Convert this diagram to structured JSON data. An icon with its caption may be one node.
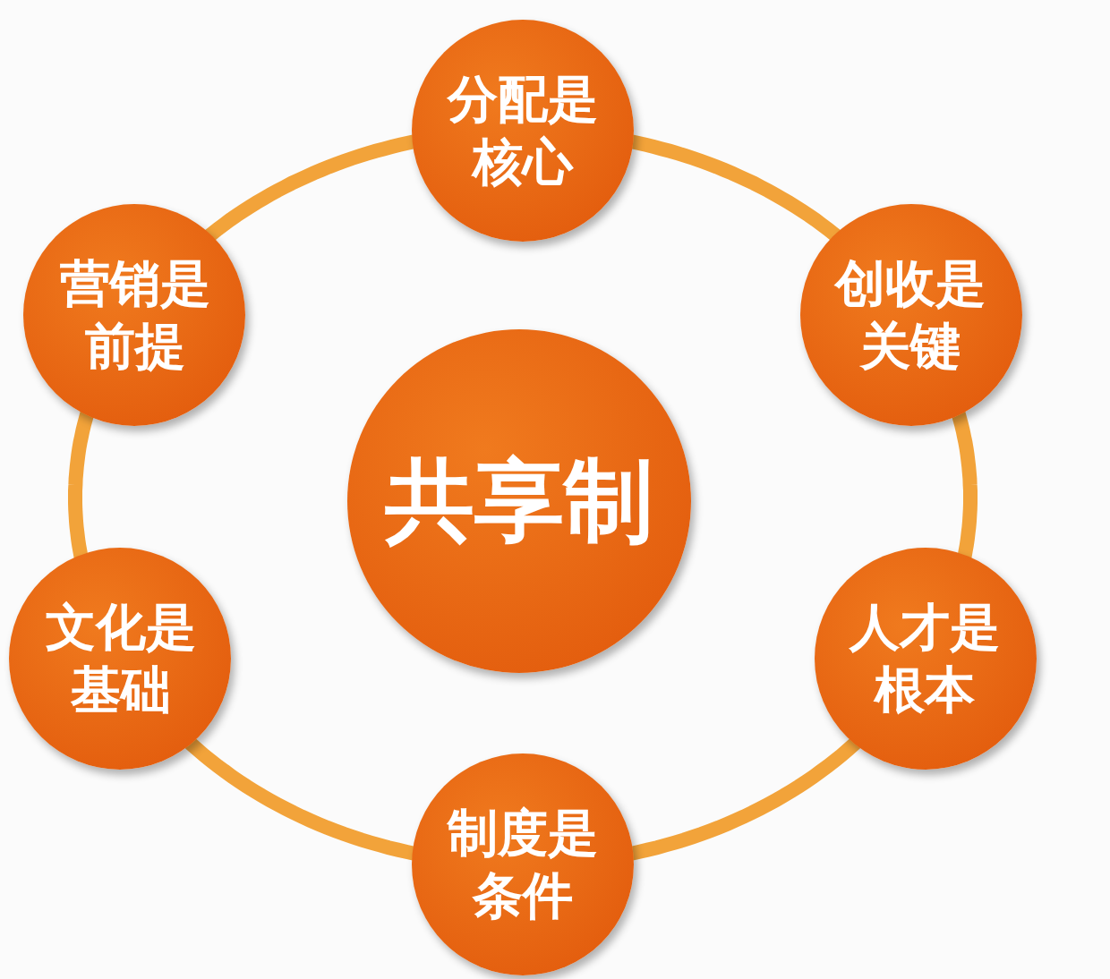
{
  "diagram": {
    "nodes": [
      {
        "text": [
          "共享制"
        ]
      },
      {
        "text": [
          "分配是核心"
        ]
      },
      {
        "text": [
          "创收是关键"
        ]
      },
      {
        "text": [
          "人才是根本"
        ]
      },
      {
        "text": [
          "制度是条件"
        ]
      },
      {
        "text": [
          "文化是基础"
        ]
      },
      {
        "text": [
          "营销是前提"
        ]
      }
    ],
    "edges": [
      {
        "from": 1,
        "to": 2,
        "arrow": "none"
      },
      {
        "from": 2,
        "to": 3,
        "arrow": "none"
      },
      {
        "from": 3,
        "to": 4,
        "arrow": "none"
      },
      {
        "from": 4,
        "to": 5,
        "arrow": "none"
      },
      {
        "from": 5,
        "to": 6,
        "arrow": "none"
      },
      {
        "from": 6,
        "to": 1,
        "arrow": "none"
      }
    ]
  }
}
